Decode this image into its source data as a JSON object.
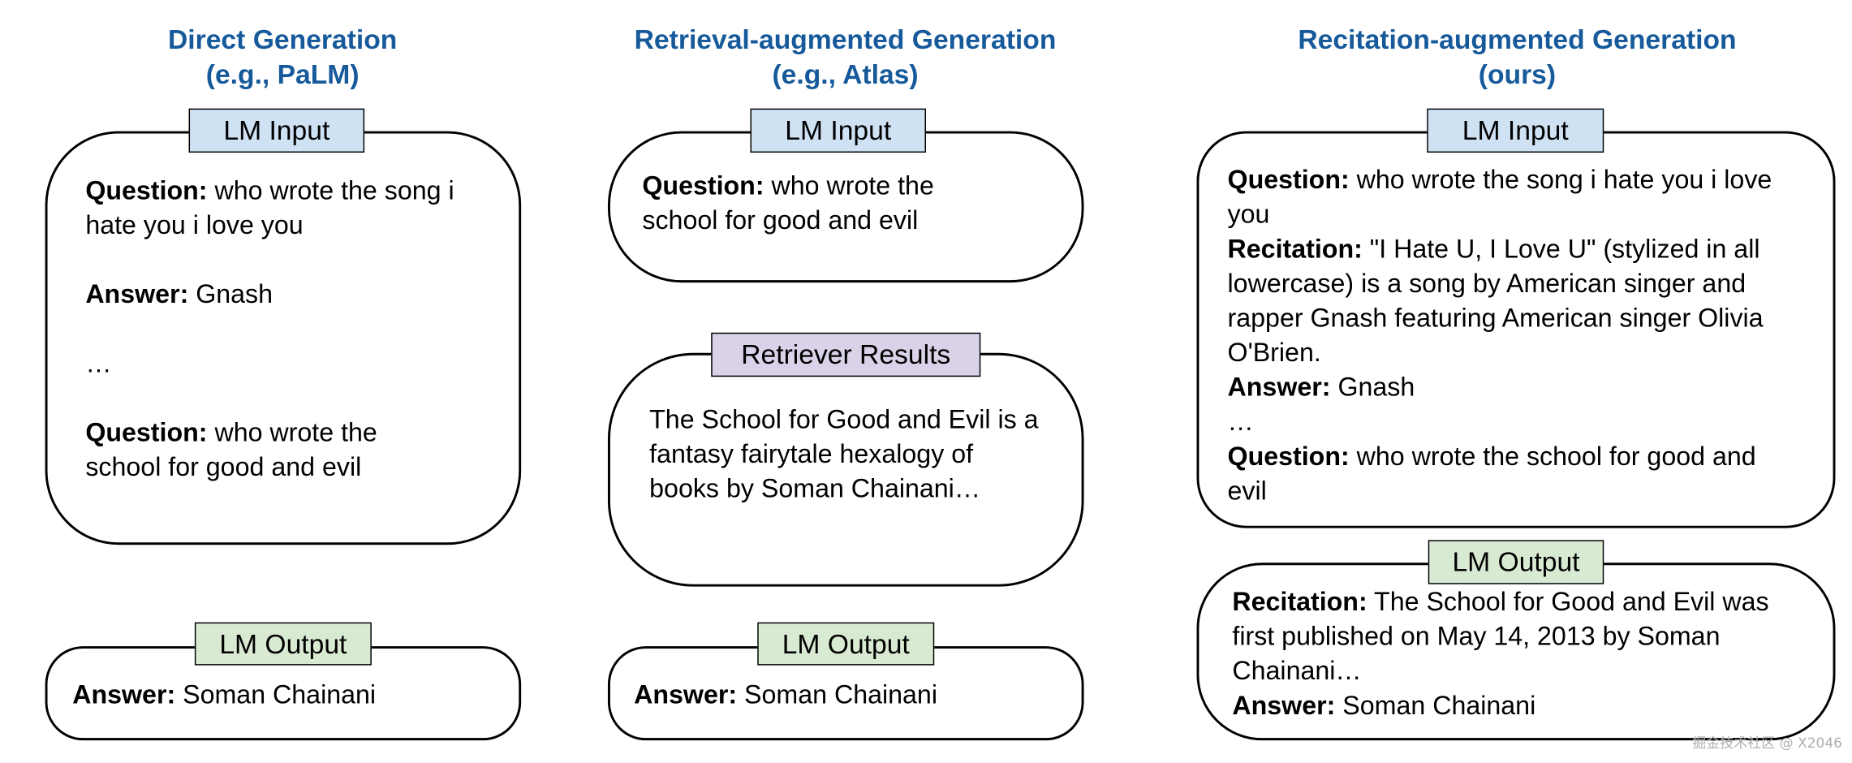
{
  "columns": [
    {
      "title_line1": "Direct Generation",
      "title_line2": "(e.g., PaLM)",
      "input_label": "LM Input",
      "input": {
        "q1_label": "Question:",
        "q1_text": " who wrote the song i hate you i love you",
        "a1_label": "Answer:",
        "a1_text": " Gnash",
        "ellipsis": "…",
        "q2_label": "Question:",
        "q2_text": " who wrote the school for good and evil"
      },
      "output_label": "LM Output",
      "output": {
        "answer_label": "Answer:",
        "answer_text": " Soman Chainani"
      }
    },
    {
      "title_line1": "Retrieval-augmented Generation",
      "title_line2": "(e.g., Atlas)",
      "input_label": "LM Input",
      "input": {
        "q_label": "Question:",
        "q_text": " who wrote the school for good and evil"
      },
      "retriever_label": "Retriever Results",
      "retriever_text": "The School for Good and Evil is a fantasy fairytale hexalogy of books by Soman Chainani…",
      "output_label": "LM Output",
      "output": {
        "answer_label": "Answer:",
        "answer_text": " Soman Chainani"
      }
    },
    {
      "title_line1": "Recitation-augmented Generation",
      "title_line2": "(ours)",
      "input_label": "LM Input",
      "input": {
        "q1_label": "Question:",
        "q1_text": " who wrote the song i hate you i love you",
        "rec_label": "Recitation:",
        "rec_text": " \"I Hate U, I Love U\" (stylized in all lowercase) is a song by American singer and rapper Gnash featuring American singer Olivia O'Brien.",
        "a1_label": "Answer:",
        "a1_text": " Gnash",
        "ellipsis": "…",
        "q2_label": "Question:",
        "q2_text": " who wrote the school for good and evil"
      },
      "output_label": "LM Output",
      "output": {
        "rec_label": "Recitation:",
        "rec_text": " The School for Good and Evil was first published on May 14, 2013 by Soman Chainani…",
        "answer_label": "Answer:",
        "answer_text": " Soman Chainani"
      }
    }
  ],
  "watermark": "掘金技术社区 @ X2046",
  "colors": {
    "title": "#165a9b",
    "input_label_bg": "#cfe2f3",
    "retriever_label_bg": "#d9d2e9",
    "output_label_bg": "#d9ead3"
  }
}
